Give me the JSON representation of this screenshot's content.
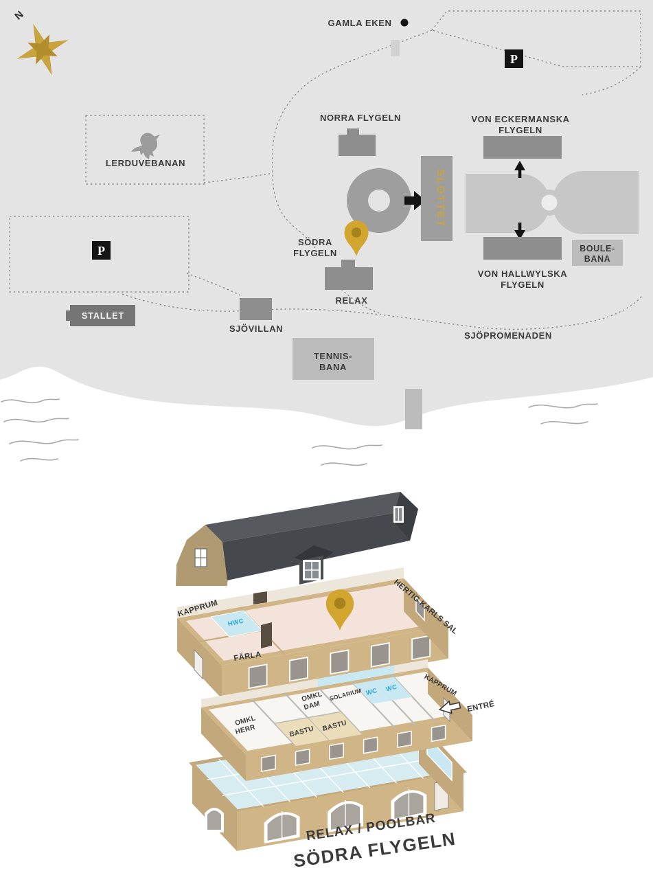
{
  "colors": {
    "gold": "#C9A43C",
    "gold_dark": "#B28D2B",
    "pin_gold": "#D2A52E",
    "pin_core": "#A5821E",
    "label_blue": "#29A8DF",
    "land_gray": "#E4E4E4",
    "building_gray": "#8E8E8E",
    "building_light": "#BDBDBD",
    "ink": "#3B3B3B"
  },
  "map": {
    "compass": "N",
    "gamla_eken": "GAMLA EKEN",
    "parking_ne": "P",
    "parking_w": "P",
    "norra_flygeln": "NORRA FLYGELN",
    "von_eckermanska": [
      "VON ECKERMANSKA",
      "FLYGELN"
    ],
    "slottet": "SLOTTET",
    "lerduvebanan": "LERDUVEBANAN",
    "sodra_flygeln": [
      "SÖDRA",
      "FLYGELN"
    ],
    "relax": "RELAX",
    "von_hallwylska": [
      "VON HALLWYLSKA",
      "FLYGELN"
    ],
    "boulebana": [
      "BOULE-",
      "BANA"
    ],
    "stallet": "STALLET",
    "sjovillan": "SJÖVILLAN",
    "tennisbana": [
      "TENNIS-",
      "BANA"
    ],
    "sjopromenaden": "SJÖPROMENADEN"
  },
  "building": {
    "upper_floor": {
      "kapprum": "KAPPRUM",
      "hwc": "HWC",
      "farla": "FÄRLA",
      "hertig_karls_sal": "HERTIG KARLS SAL"
    },
    "mid_floor": {
      "omkl_herr": [
        "OMKL",
        "HERR"
      ],
      "bastu_1": "BASTU",
      "bastu_2": "BASTU",
      "omkl_dam": [
        "OMKL",
        "DAM"
      ],
      "solarium": "SOLARIUM",
      "wc_1": "WC",
      "wc_2": "WC",
      "kapprum": "KAPPRUM",
      "entre": "ENTRÉ"
    },
    "ground_floor": {
      "relax_poolbar": "RELAX / POOLBAR"
    },
    "title": "SÖDRA FLYGELN"
  }
}
